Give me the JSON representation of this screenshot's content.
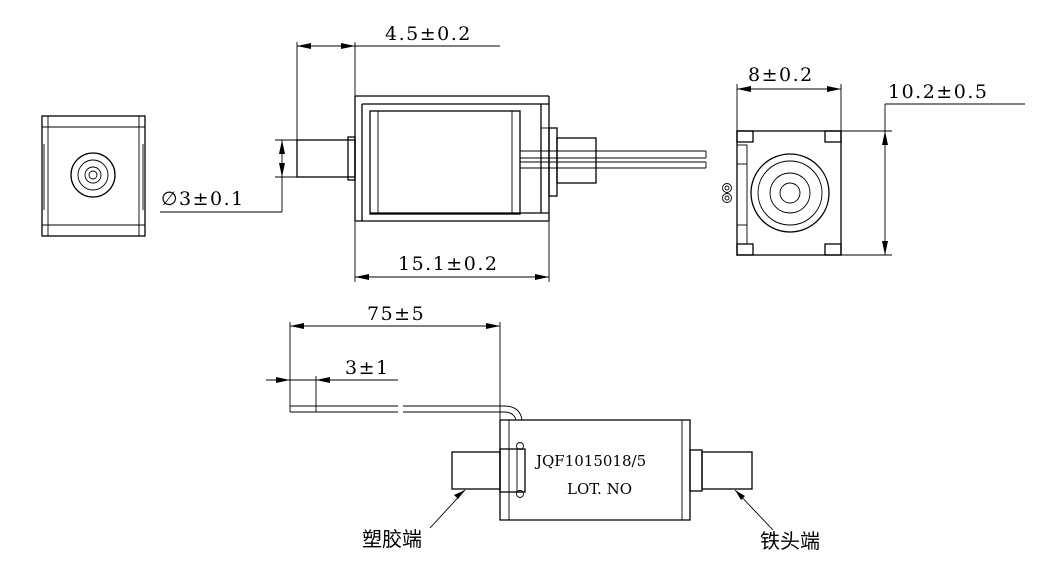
{
  "dimensions": {
    "dim_4_5": "4.5±0.2",
    "dim_dia3": "∅3±0.1",
    "dim_15_1": "15.1±0.2",
    "dim_8": "8±0.2",
    "dim_10_2": "10.2±0.5",
    "dim_75": "75±5",
    "dim_3_1": "3±1"
  },
  "part_label": {
    "model": "JQF1015018/5",
    "lot": "LOT. NO"
  },
  "callouts": {
    "plastic_end": "塑胶端",
    "iron_end": "铁头端"
  }
}
